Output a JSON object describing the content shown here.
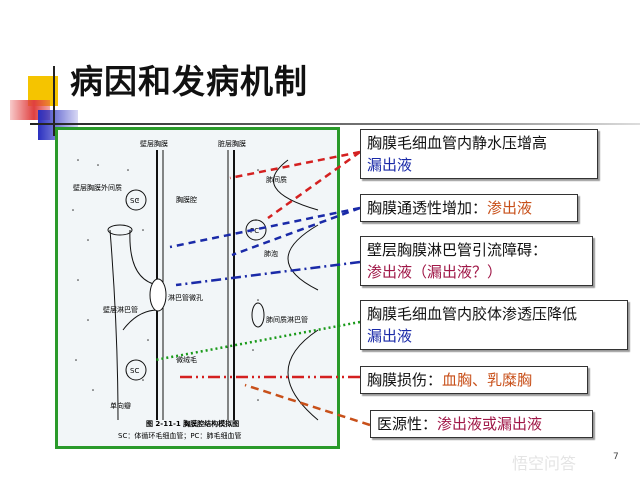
{
  "title": "病因和发病机制",
  "diagram": {
    "labels": {
      "parietal_pleura": "壁层胸膜",
      "visceral_pleura": "脏层胸膜",
      "sc_top": "SC",
      "parietal_interstitium": "壁层胸膜外间质",
      "pleural_cavity": "胸膜腔",
      "lung_interstitium": "肺间质",
      "pc": "PC",
      "alveolus": "肺泡",
      "lymph_stoma": "淋巴管微孔",
      "parietal_lymph": "壁层淋巴管",
      "lung_lymph": "肺间质淋巴管",
      "microvilli": "微绒毛",
      "sc_bottom": "SC",
      "valve": "单向瓣"
    },
    "caption": "图 2-11-1   胸膜腔结构模拟图",
    "subcaption": "SC：体循环毛细血管；PC：肺毛细血管"
  },
  "boxes": [
    {
      "line1": "胸膜毛细血管内静水压增高",
      "line2": "漏出液"
    },
    {
      "prefix": "胸膜通透性增加：",
      "highlight": "渗出液"
    },
    {
      "line1": "壁层胸膜淋巴管引流障碍：",
      "line2": "渗出液（漏出液？）"
    },
    {
      "line1": "胸膜毛细血管内胶体渗透压降低",
      "line2": "漏出液"
    },
    {
      "prefix": "胸膜损伤：",
      "highlight": "血胸、乳糜胸"
    },
    {
      "prefix": "医源性：",
      "highlight": "渗出液或漏出液"
    }
  ],
  "watermark": "悟空问答",
  "page_number": "7",
  "colors": {
    "frame": "#2a9a2a",
    "red": "#d42020",
    "blue": "#1a2aa8",
    "green": "#1a9a1a",
    "orange": "#c8501a"
  }
}
